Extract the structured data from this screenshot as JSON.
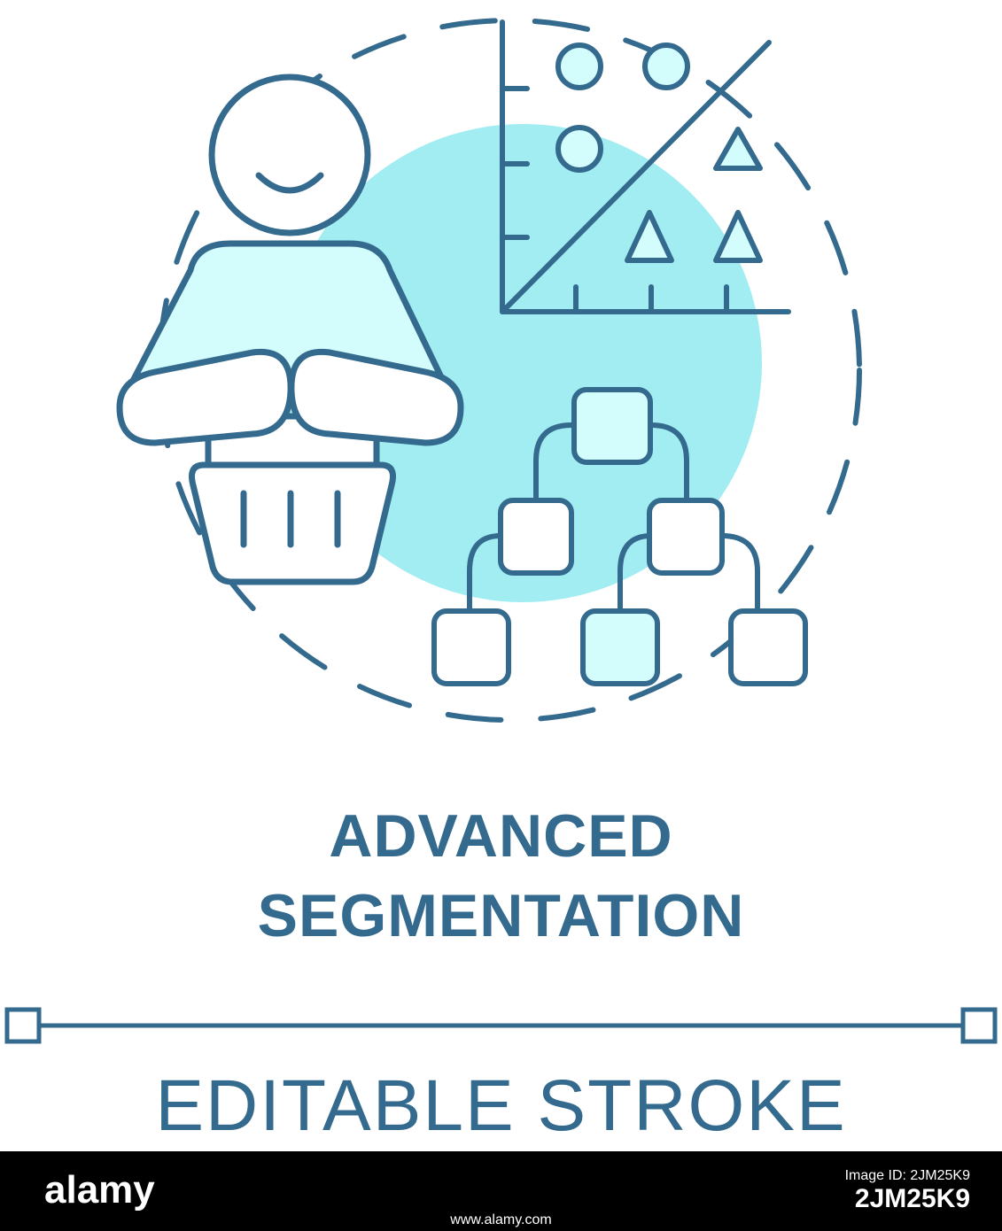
{
  "title_lines": [
    "ADVANCED",
    "SEGMENTATION"
  ],
  "subtitle": "EDITABLE STROKE",
  "footer": {
    "brand": "alamy",
    "image_id_label": "Image ID: 2JM25K9",
    "image_id": "2JM25K9",
    "url": "www.alamy.com"
  },
  "colors": {
    "stroke": "#336a8e",
    "fill_light": "#d3fcfd",
    "fill_accent": "#a2edf2",
    "background": "#ffffff",
    "footer_bg": "#000000"
  },
  "icons": {
    "person": "person-with-basket-icon",
    "chart": "scatter-classification-chart-icon",
    "tree": "hierarchy-tree-icon"
  }
}
